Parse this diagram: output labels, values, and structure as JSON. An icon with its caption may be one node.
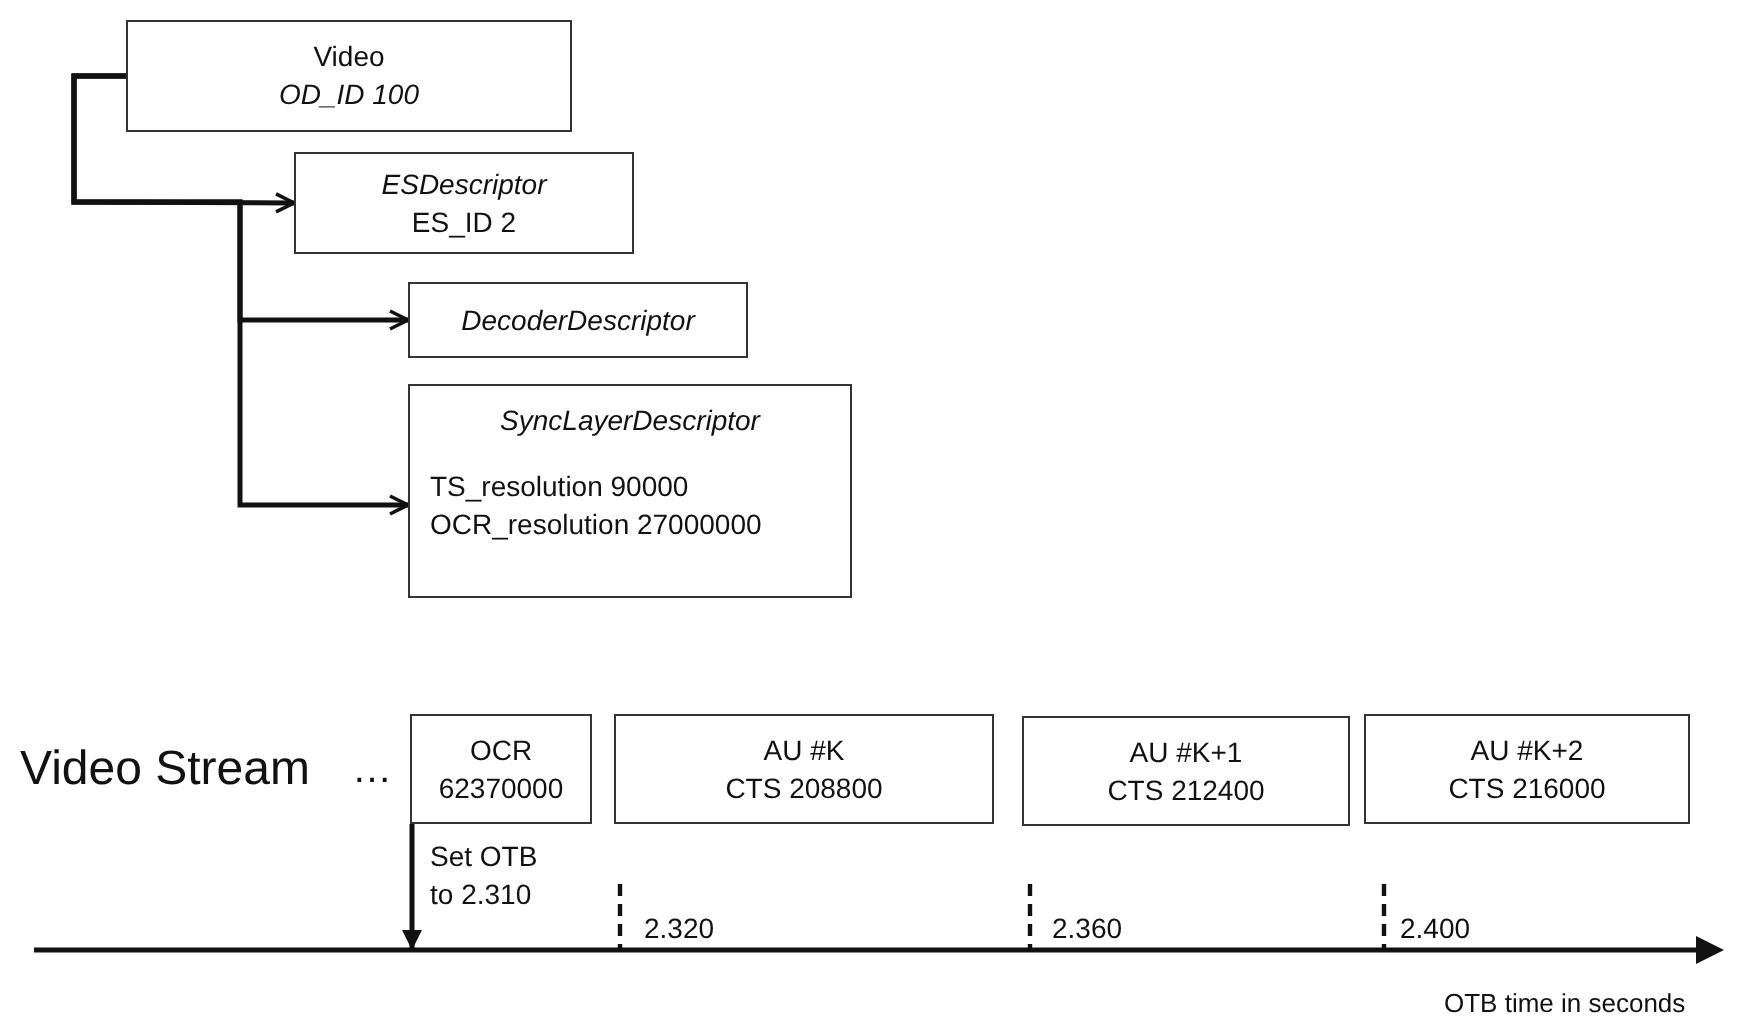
{
  "diagram": {
    "nodes": [
      {
        "text": [
          "Video",
          "*OD_ID 100*"
        ]
      },
      {
        "text": [
          "*ESDescriptor*",
          "ES_ID 2"
        ]
      },
      {
        "text": [
          "*DecoderDescriptor*"
        ]
      },
      {
        "text": [
          "*SyncLayerDescriptor*",
          "TS_resolution 90000",
          "OCR_resolution 27000000"
        ]
      },
      {
        "text": [
          "OCR",
          "62370000"
        ]
      },
      {
        "text": [
          "AU #K",
          "CTS 208800"
        ]
      },
      {
        "text": [
          "AU #K+1",
          "CTS 212400"
        ]
      },
      {
        "text": [
          "AU #K+2",
          "CTS 216000"
        ]
      }
    ],
    "edges": [
      {
        "from": 0,
        "to": 1,
        "arrow": "to"
      },
      {
        "from": 0,
        "to": 2,
        "arrow": "to"
      },
      {
        "from": 0,
        "to": 3,
        "arrow": "to"
      },
      {
        "from": 4,
        "to": null,
        "arrow": "to",
        "label": "Set OTB to 2.310"
      }
    ],
    "labels": [
      "Video Stream",
      "…",
      "2.320",
      "2.360",
      "2.400",
      "OTB time in seconds"
    ]
  }
}
